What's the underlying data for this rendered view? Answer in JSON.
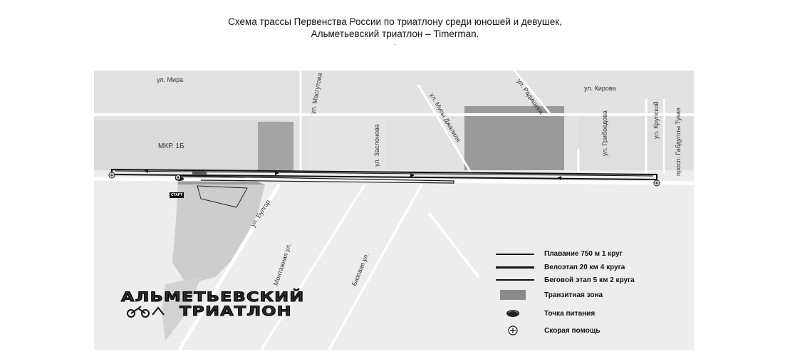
{
  "header": {
    "line1": "Схема трассы Первенства России по триатлону среди юношей и девушек,",
    "line2": "Альметьевский триатлон – Timerman.",
    "line3": "."
  },
  "streets": {
    "mira": "ул. Мира",
    "masgutov": "ул. Масгутова",
    "radischeva": "ул. Радищева",
    "kirova": "ул. Кирова",
    "musy_dzhalilya": "ул. Мусы Джалиля",
    "zaslonova": "ул. Заслонова",
    "griboedova": "ул. Грибоедова",
    "krupskoy": "ул. Крупской",
    "tukaya": "просп. Габдуллы Тукая",
    "mkr": "МКР. 1Б",
    "bulgar": "ул. Булгар",
    "montazhnaya": "Монтажная ул.",
    "bazovaya": "Базовая ул."
  },
  "start_label": "СТАРТ",
  "legend": {
    "swim": "Плавание 750 м 1 круг",
    "bike": "Велоэтап 20 км 4 круга",
    "run": "Беговой этап 5 км 2 круга",
    "transit": "Транзитная зона",
    "food": "Точка питания",
    "medical": "Скорая помощь"
  },
  "logo": {
    "line1": "АЛЬМЕТЬЕВСКИЙ",
    "line2": "ТРИАТЛОН"
  },
  "colors": {
    "map_bg": "#ececec",
    "block": "#dcdcdc",
    "dark_area": "#9a9a9a",
    "route": "#111111"
  },
  "icons": {
    "medical": "medical-plus-icon",
    "food": "food-point-icon",
    "transit": "transit-zone-icon"
  }
}
